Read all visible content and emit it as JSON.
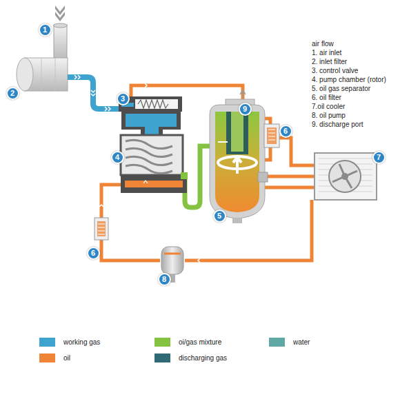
{
  "diagram": {
    "nodes": [
      {
        "text": [
          "1"
        ]
      },
      {
        "text": [
          "2"
        ]
      },
      {
        "text": [
          "3"
        ]
      },
      {
        "text": [
          "9"
        ]
      },
      {
        "text": [
          "6"
        ]
      },
      {
        "text": [
          "7"
        ]
      },
      {
        "text": [
          "4"
        ]
      },
      {
        "text": [
          "5"
        ]
      },
      {
        "text": [
          "6"
        ]
      },
      {
        "text": [
          "8"
        ]
      }
    ],
    "labels": [
      "air flow",
      "1. air inlet",
      "2. inlet filter",
      "3. control valve",
      "4. pump chamber (rotor)",
      "5. oil gas separator",
      "6. oil filter",
      "7.oil cooler",
      "8. oil pump",
      "9. discharge port"
    ],
    "legend": [
      {
        "text": "working gas",
        "color": "#3fa3cf"
      },
      {
        "text": "oi/gas mixture",
        "color": "#84c341"
      },
      {
        "text": "water",
        "color": "#5fa8a6"
      },
      {
        "text": "oil",
        "color": "#ef8436"
      },
      {
        "text": "discharging gas",
        "color": "#2e6b74"
      }
    ]
  }
}
